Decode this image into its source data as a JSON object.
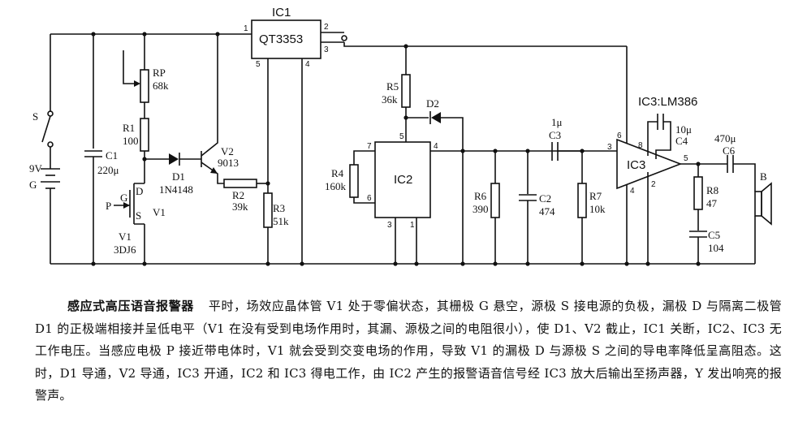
{
  "labels": {
    "ic1": "IC1",
    "ic1_part": "QT3353",
    "ic1_p1": "1",
    "ic1_p2": "2",
    "ic1_p3": "3",
    "ic1_p4": "4",
    "ic1_p5": "5",
    "s": "S",
    "batt_v": "9V",
    "batt_g": "G",
    "c1": "C1",
    "c1_val": "220μ",
    "rp": "RP",
    "rp_val": "68k",
    "r1": "R1",
    "r1_val": "100",
    "d1": "D1",
    "d1_val": "1N4148",
    "v2": "V2",
    "v2_val": "9013",
    "r2": "R2",
    "r2_val": "39k",
    "r3": "R3",
    "r3_val": "51k",
    "fet_g": "G",
    "fet_d": "D",
    "fet_s": "S",
    "fet_p": "P",
    "fet_v1": "V1",
    "v1": "V1",
    "v1_val": "3DJ6",
    "r5": "R5",
    "r5_val": "36k",
    "d2": "D2",
    "ic2": "IC2",
    "ic2_p7": "7",
    "ic2_p5": "5",
    "ic2_p4": "4",
    "ic2_p6": "6",
    "ic2_p3": "3",
    "ic2_p1": "1",
    "r4": "R4",
    "r4_val": "160k",
    "r6": "R6",
    "r6_val": "390",
    "c2": "C2",
    "c2_val": "474",
    "c3_val": "1μ",
    "c3": "C3",
    "r7": "R7",
    "r7_val": "10k",
    "ic3_title": "IC3:LM386",
    "ic3": "IC3",
    "ic3_p6": "6",
    "ic3_p8": "8",
    "ic3_p3": "3",
    "ic3_p5": "5",
    "ic3_p4": "4",
    "ic3_p2": "2",
    "c4_val": "10μ",
    "c4": "C4",
    "c6_val": "470μ",
    "c6": "C6",
    "r8": "R8",
    "r8_val": "47",
    "c5": "C5",
    "c5_val": "104",
    "b": "B"
  },
  "caption": {
    "title": "感应式高压语音报警器",
    "body": "平时，场效应晶体管 V1 处于零偏状态，其栅极 G 悬空，源极 S 接电源的负极，漏极 D 与隔离二极管 D1 的正极端相接并呈低电平（V1 在没有受到电场作用时，其漏、源极之间的电阻很小），使 D1、V2 截止，IC1 关断，IC2、IC3 无工作电压。当感应电极 P 接近带电体时，V1 就会受到交变电场的作用，导致 V1 的漏极 D 与源极 S 之间的导电率降低呈高阻态。这时，D1 导通，V2 导通，IC3 开通，IC2 和 IC3 得电工作，由 IC2 产生的报警语音信号经 IC3 放大后输出至扬声器，Y 发出响亮的报警声。"
  }
}
